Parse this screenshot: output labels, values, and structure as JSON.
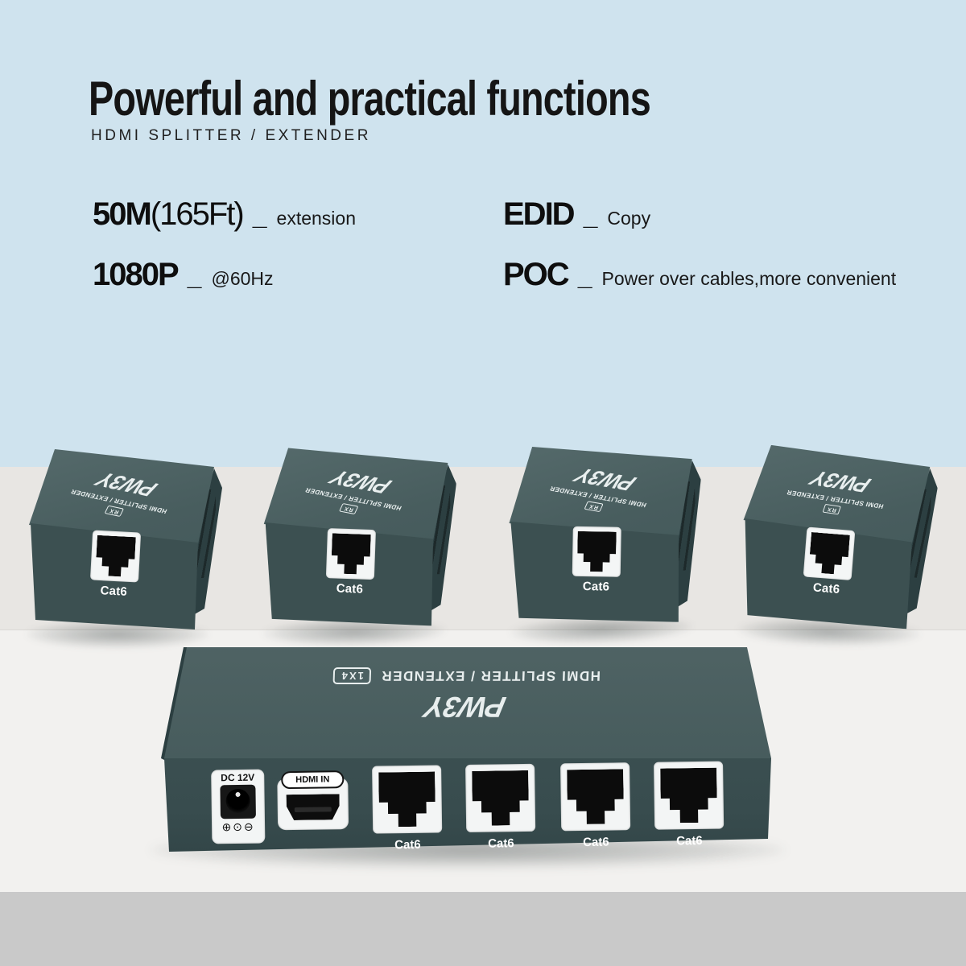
{
  "header": {
    "title": "Powerful and practical functions",
    "subtitle": "HDMI SPLITTER / EXTENDER"
  },
  "features": {
    "left": [
      {
        "value": "50M",
        "value_light": "(165Ft)",
        "sep": "_",
        "desc": "extension"
      },
      {
        "value": "1080P",
        "value_light": "",
        "sep": "_",
        "desc": "@60Hz"
      }
    ],
    "right": [
      {
        "value": "EDID",
        "value_light": "",
        "sep": "_",
        "desc": "Copy"
      },
      {
        "value": "POC",
        "value_light": "",
        "sep": "_",
        "desc": "Power over cables,more convenient"
      }
    ]
  },
  "receiver": {
    "brand": "PW3Y",
    "product": "HDMI SPLITTER / EXTENDER",
    "badge": "RX",
    "port_label": "Cat6"
  },
  "splitter": {
    "brand": "PW3Y",
    "product": "HDMI SPLITTER / EXTENDER",
    "badge": "1X4",
    "power_label": "DC 12V",
    "polarity": "⊕⊙⊖",
    "hdmi_label": "HDMI IN",
    "port_label": "Cat6"
  },
  "colors": {
    "sky": "#cfe3ee",
    "floor_upper": "#e8e6e3",
    "floor_lower": "#f2f1ef",
    "floor_front": "#c9c9c9",
    "device_body": "#3c5051",
    "device_top": "#485d5e",
    "title_text": "#151515",
    "device_label_text": "#ffffff"
  }
}
